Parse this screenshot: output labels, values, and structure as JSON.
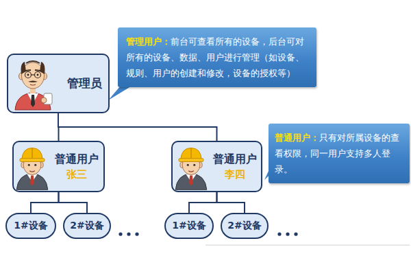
{
  "diagram": {
    "nodes": [
      {
        "text": [
          "管理员"
        ]
      },
      {
        "text": [
          "管理用户：",
          "前台可查看所有的设备，后台可对所有的设备、数据、用户进行管理（如设备、规则、用户的创建和修改，设备的授权等）"
        ]
      },
      {
        "text": [
          "普通用户",
          "张三"
        ]
      },
      {
        "text": [
          "普通用户",
          "李四"
        ]
      },
      {
        "text": [
          "普通用户：",
          "只有对所属设备的查看权限，同一用户支持多人登录。"
        ]
      },
      {
        "text": [
          "1#设备"
        ]
      },
      {
        "text": [
          "2#设备"
        ]
      },
      {
        "text": [
          "1#设备"
        ]
      },
      {
        "text": [
          "2#设备"
        ]
      }
    ],
    "edges": [
      {
        "from": 0,
        "to": 2,
        "arrow": "none"
      },
      {
        "from": 0,
        "to": 3,
        "arrow": "none"
      },
      {
        "from": 2,
        "to": 5,
        "arrow": "none"
      },
      {
        "from": 2,
        "to": 6,
        "arrow": "none"
      },
      {
        "from": 3,
        "to": 7,
        "arrow": "none"
      },
      {
        "from": 3,
        "to": 8,
        "arrow": "none"
      }
    ]
  }
}
